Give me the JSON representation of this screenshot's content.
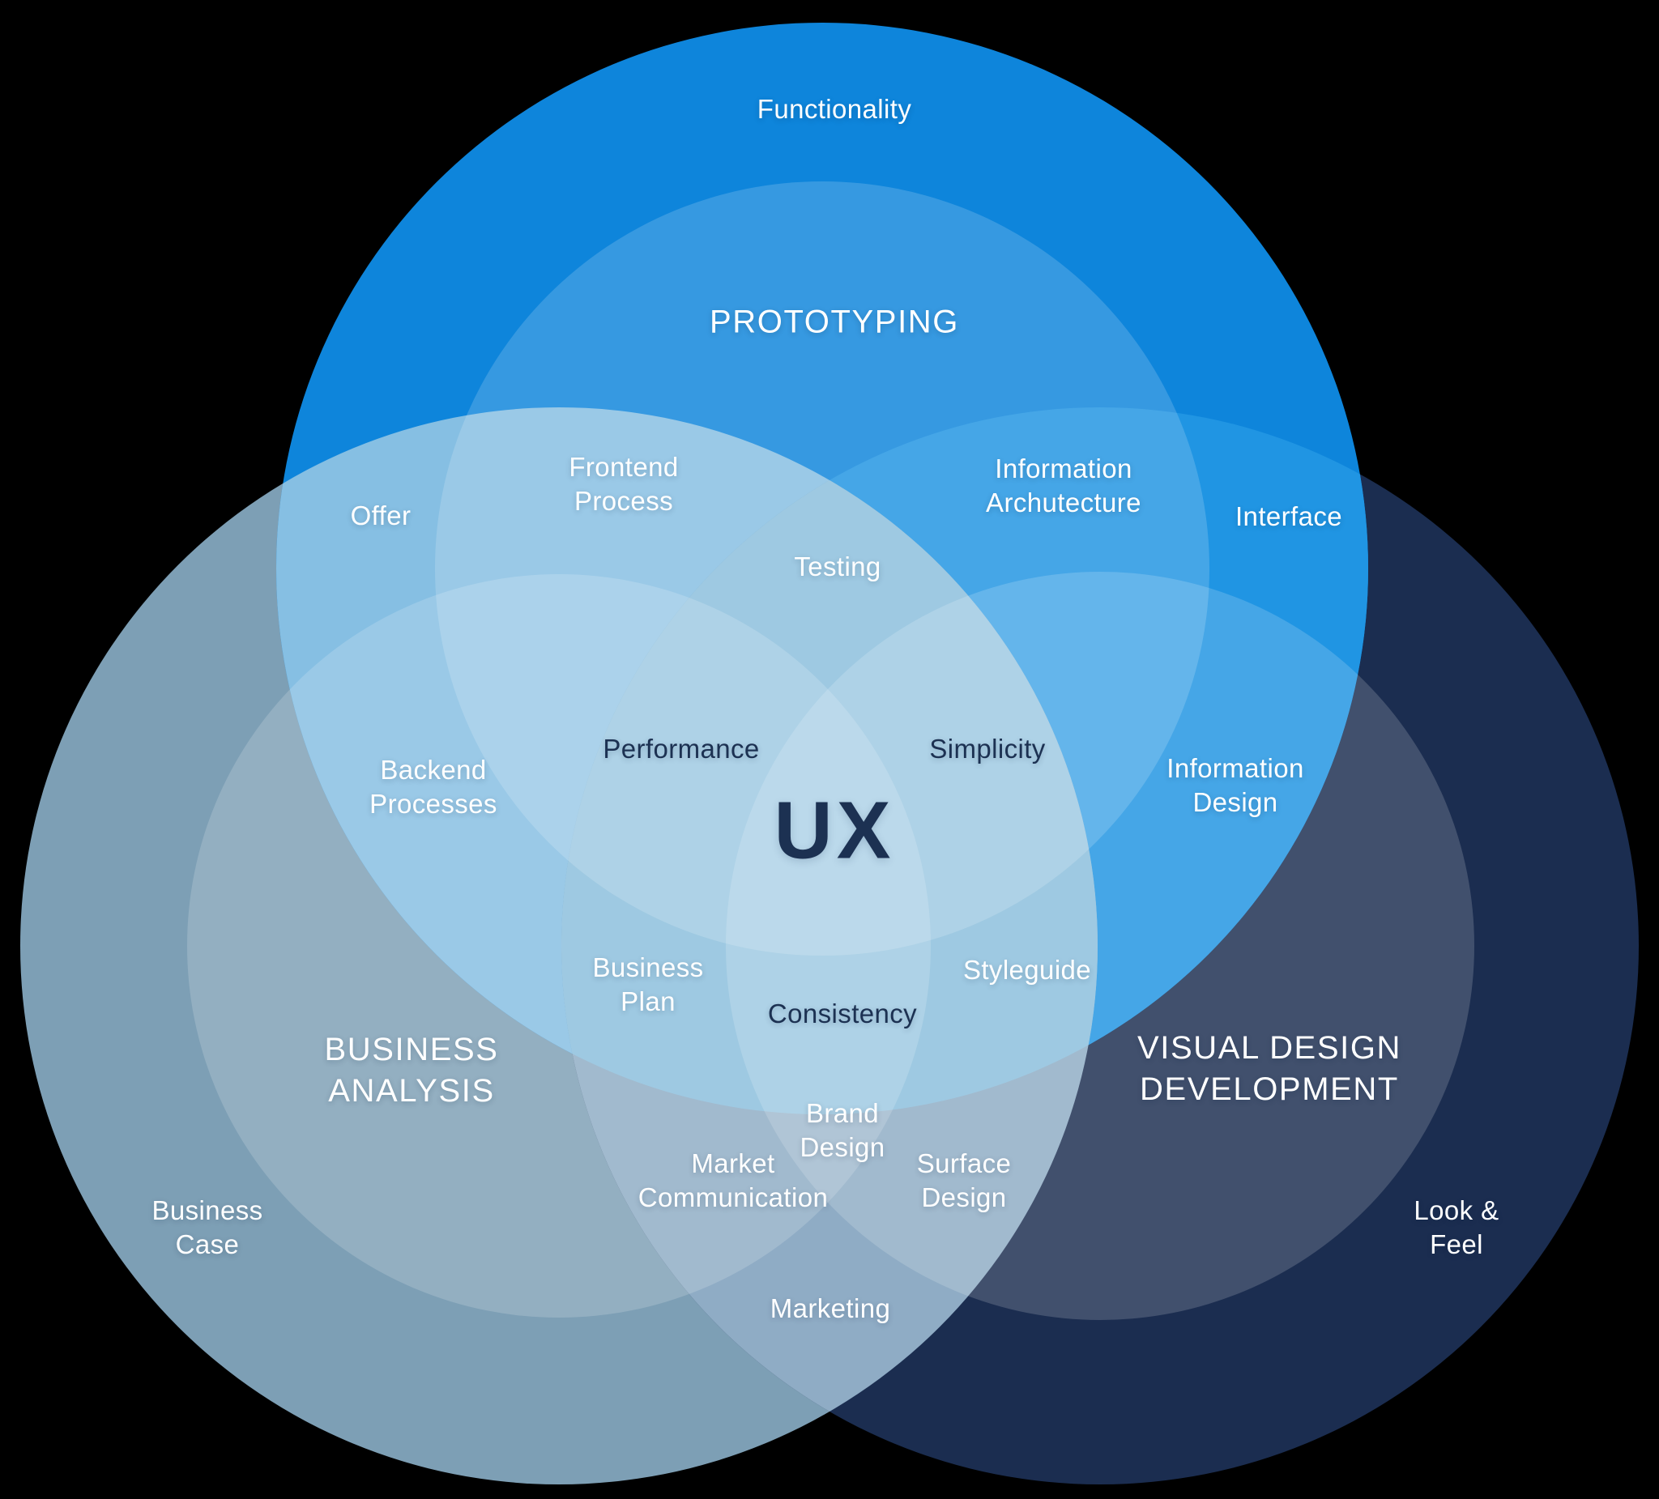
{
  "diagram": {
    "type": "venn",
    "center_label": "UX",
    "sets": {
      "prototyping": {
        "title": "PROTOTYPING",
        "region_label": "Functionality"
      },
      "business_analysis": {
        "title": "BUSINESS ANALYSIS",
        "region_label": "Business Case"
      },
      "visual_design": {
        "title": "VISUAL DESIGN DEVELOPMENT",
        "region_label": "Look & Feel"
      }
    },
    "labels": {
      "offer": "Offer",
      "frontend_process": "Frontend Process",
      "testing": "Testing",
      "information_archutecture": "Information Archutecture",
      "interface": "Interface",
      "backend_processes": "Backend Processes",
      "performance": "Performance",
      "simplicity": "Simplicity",
      "information_design": "Information Design",
      "business_plan": "Business Plan",
      "styleguide": "Styleguide",
      "consistency": "Consistency",
      "brand_design": "Brand Design",
      "market_communication": "Market Communication",
      "surface_design": "Surface Design",
      "marketing": "Marketing"
    }
  },
  "colors": {
    "background": "#000000",
    "prototyping_outer": "#0E85DB",
    "business_outer": "#7D9FB5",
    "visual_outer": "#1B2D50",
    "overlap_prototyping_business": "#86BFE3",
    "overlap_prototyping_visual": "#2095E3",
    "overlap_business_visual": "#8FACC5",
    "overlap_center": "#8BBFDC",
    "inner_highlight": "#FFFFFF",
    "inner_highlight_opacity": "0.17",
    "text_light": "#FFFFFF",
    "text_dark": "#1C3152"
  }
}
